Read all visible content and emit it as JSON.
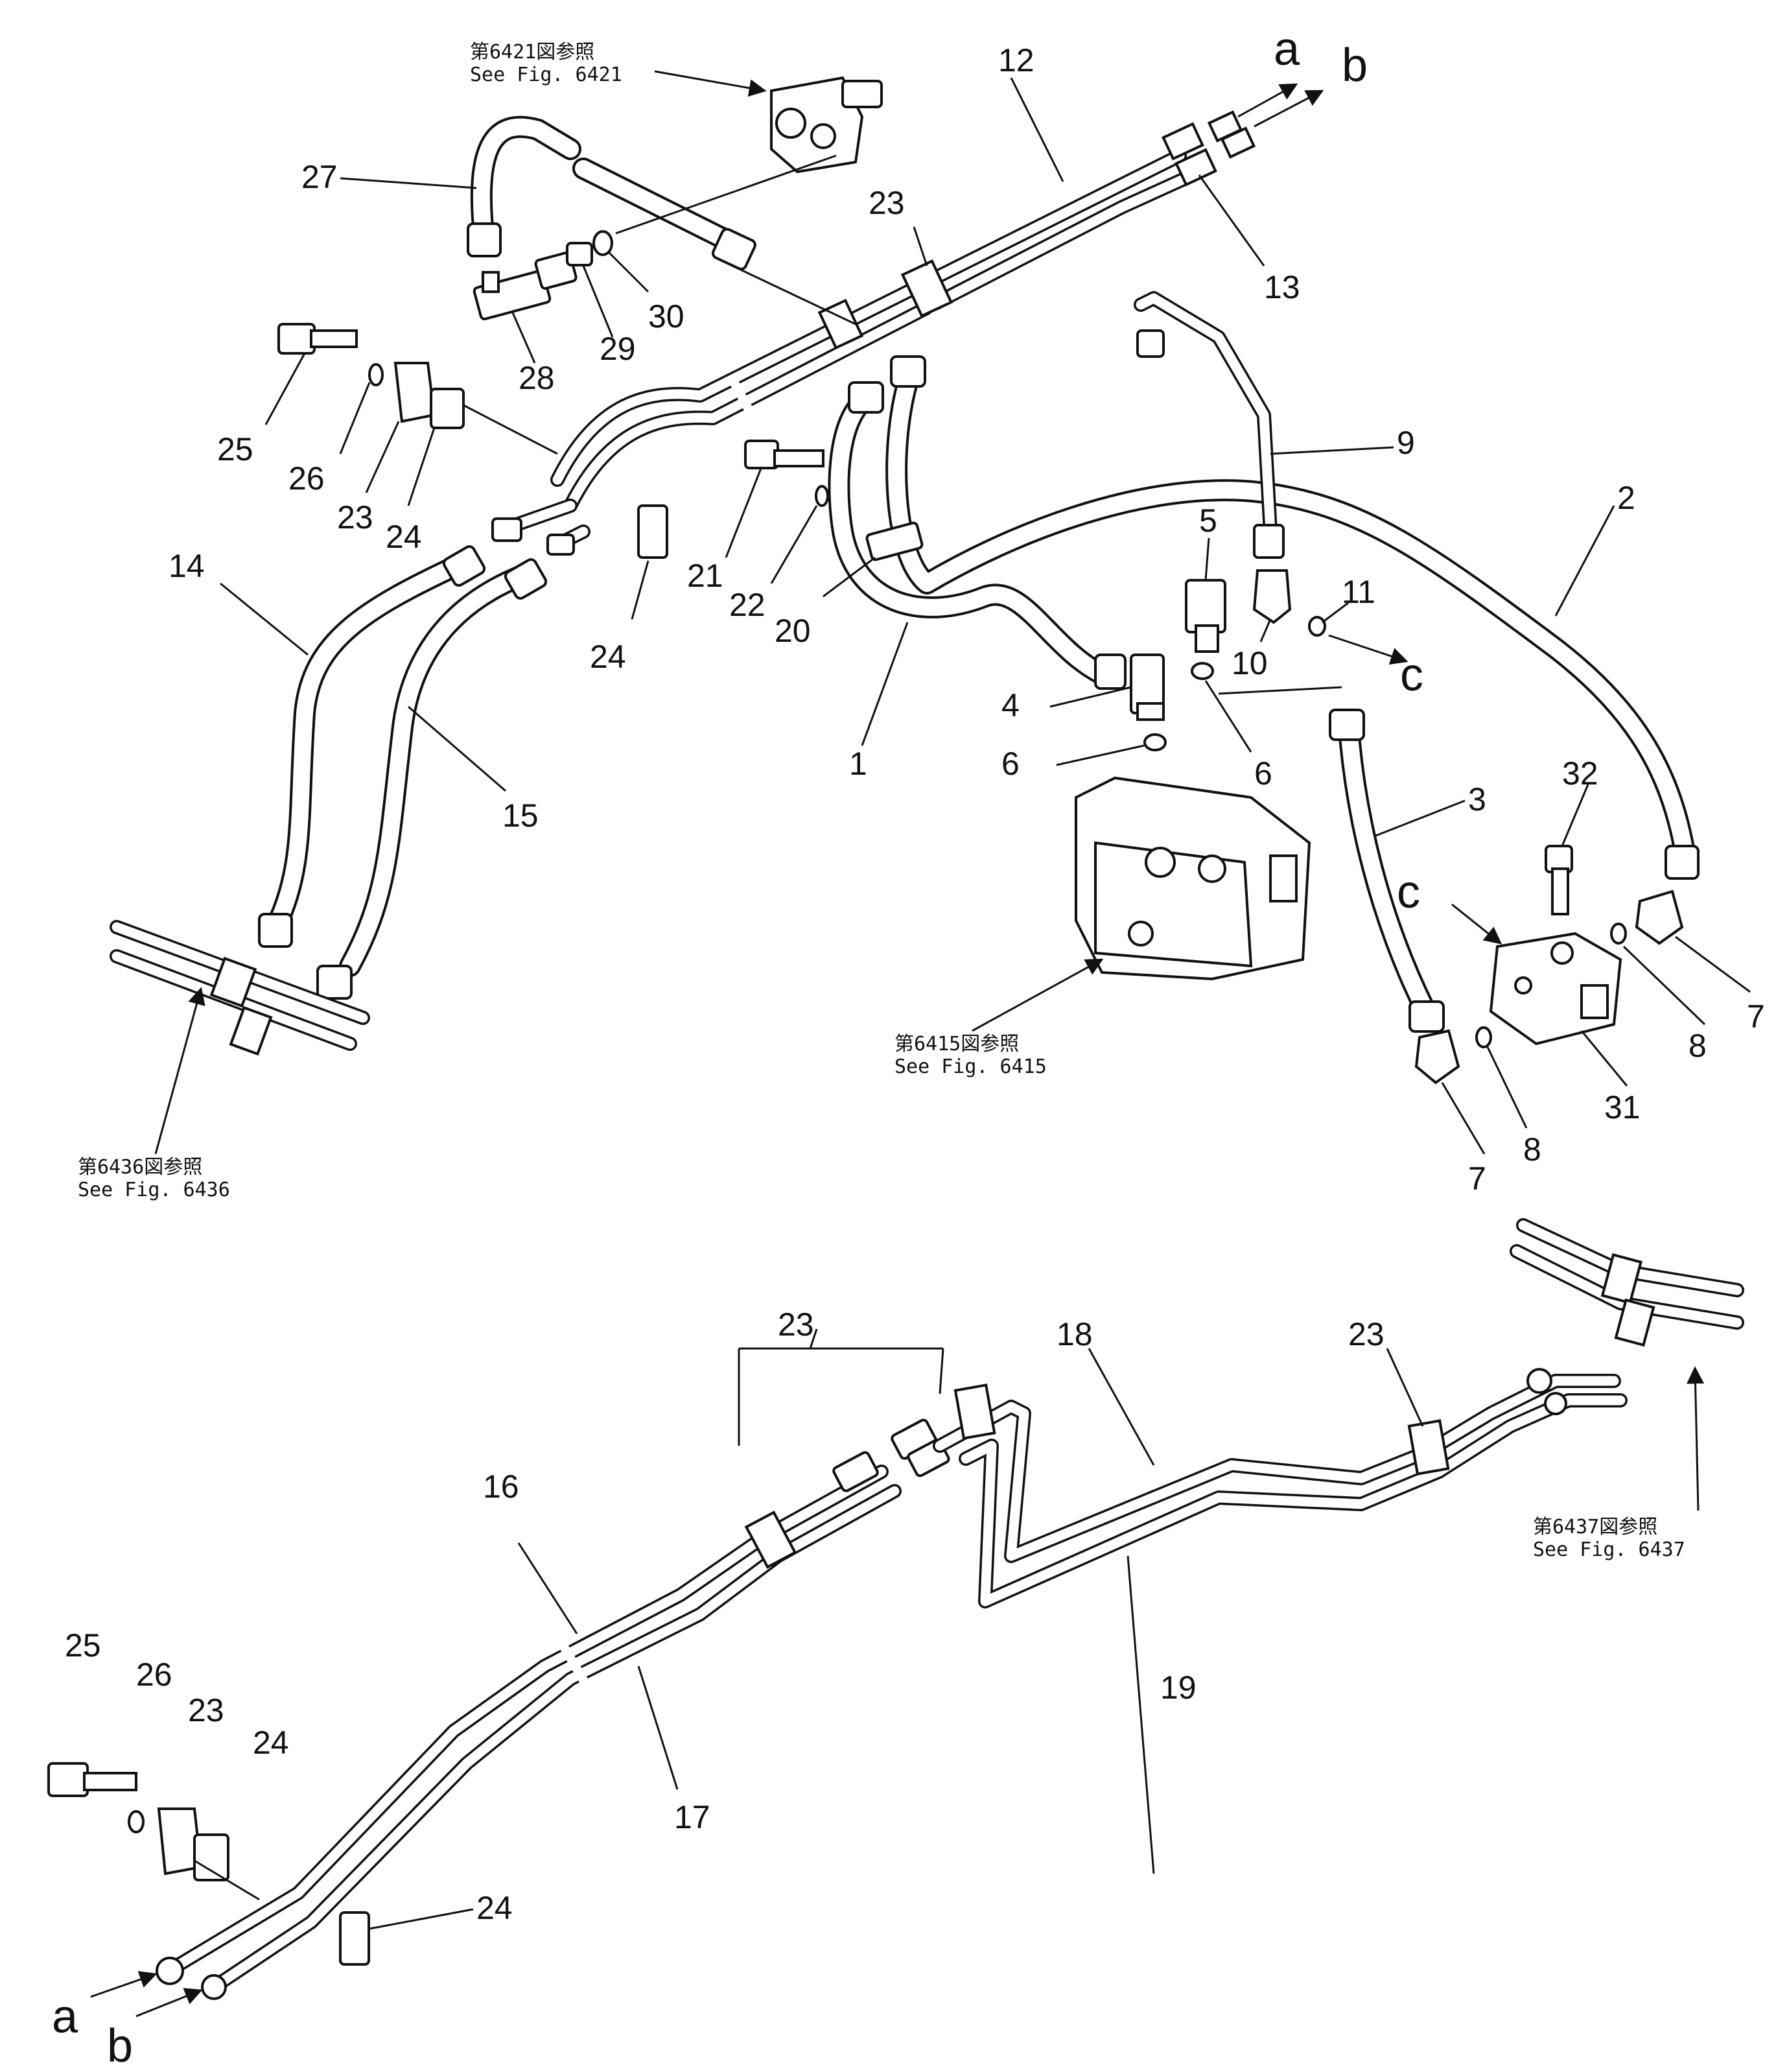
{
  "figure": {
    "references": [
      {
        "id": "ref-6421",
        "ja": "第6421図参照",
        "en": "See  Fig. 6421"
      },
      {
        "id": "ref-6415",
        "ja": "第6415図参照",
        "en": "See  Fig. 6415"
      },
      {
        "id": "ref-6436",
        "ja": "第6436図参照",
        "en": "See  Fig. 6436"
      },
      {
        "id": "ref-6437",
        "ja": "第6437図参照",
        "en": "See  Fig. 6437"
      }
    ],
    "callouts": {
      "p1": "1",
      "p2": "2",
      "p3": "3",
      "p4": "4",
      "p5": "5",
      "p6a": "6",
      "p6b": "6",
      "p7a": "7",
      "p7b": "7",
      "p8a": "8",
      "p8b": "8",
      "p9": "9",
      "p10": "10",
      "p11": "11",
      "p12": "12",
      "p13": "13",
      "p14": "14",
      "p15": "15",
      "p16": "16",
      "p17": "17",
      "p18": "18",
      "p19": "19",
      "p20": "20",
      "p21": "21",
      "p22": "22",
      "p23a": "23",
      "p23b": "23",
      "p23c": "23",
      "p23d": "23",
      "p23e": "23",
      "p24a": "24",
      "p24b": "24",
      "p24c": "24",
      "p24d": "24",
      "p25a": "25",
      "p25b": "25",
      "p26a": "26",
      "p26b": "26",
      "p27": "27",
      "p28": "28",
      "p29": "29",
      "p30": "30",
      "p31": "31",
      "p32": "32"
    },
    "connectors": {
      "a_top": "a",
      "b_top": "b",
      "a_bottom": "a",
      "b_bottom": "b",
      "c_out": "c",
      "c_in": "c"
    }
  }
}
